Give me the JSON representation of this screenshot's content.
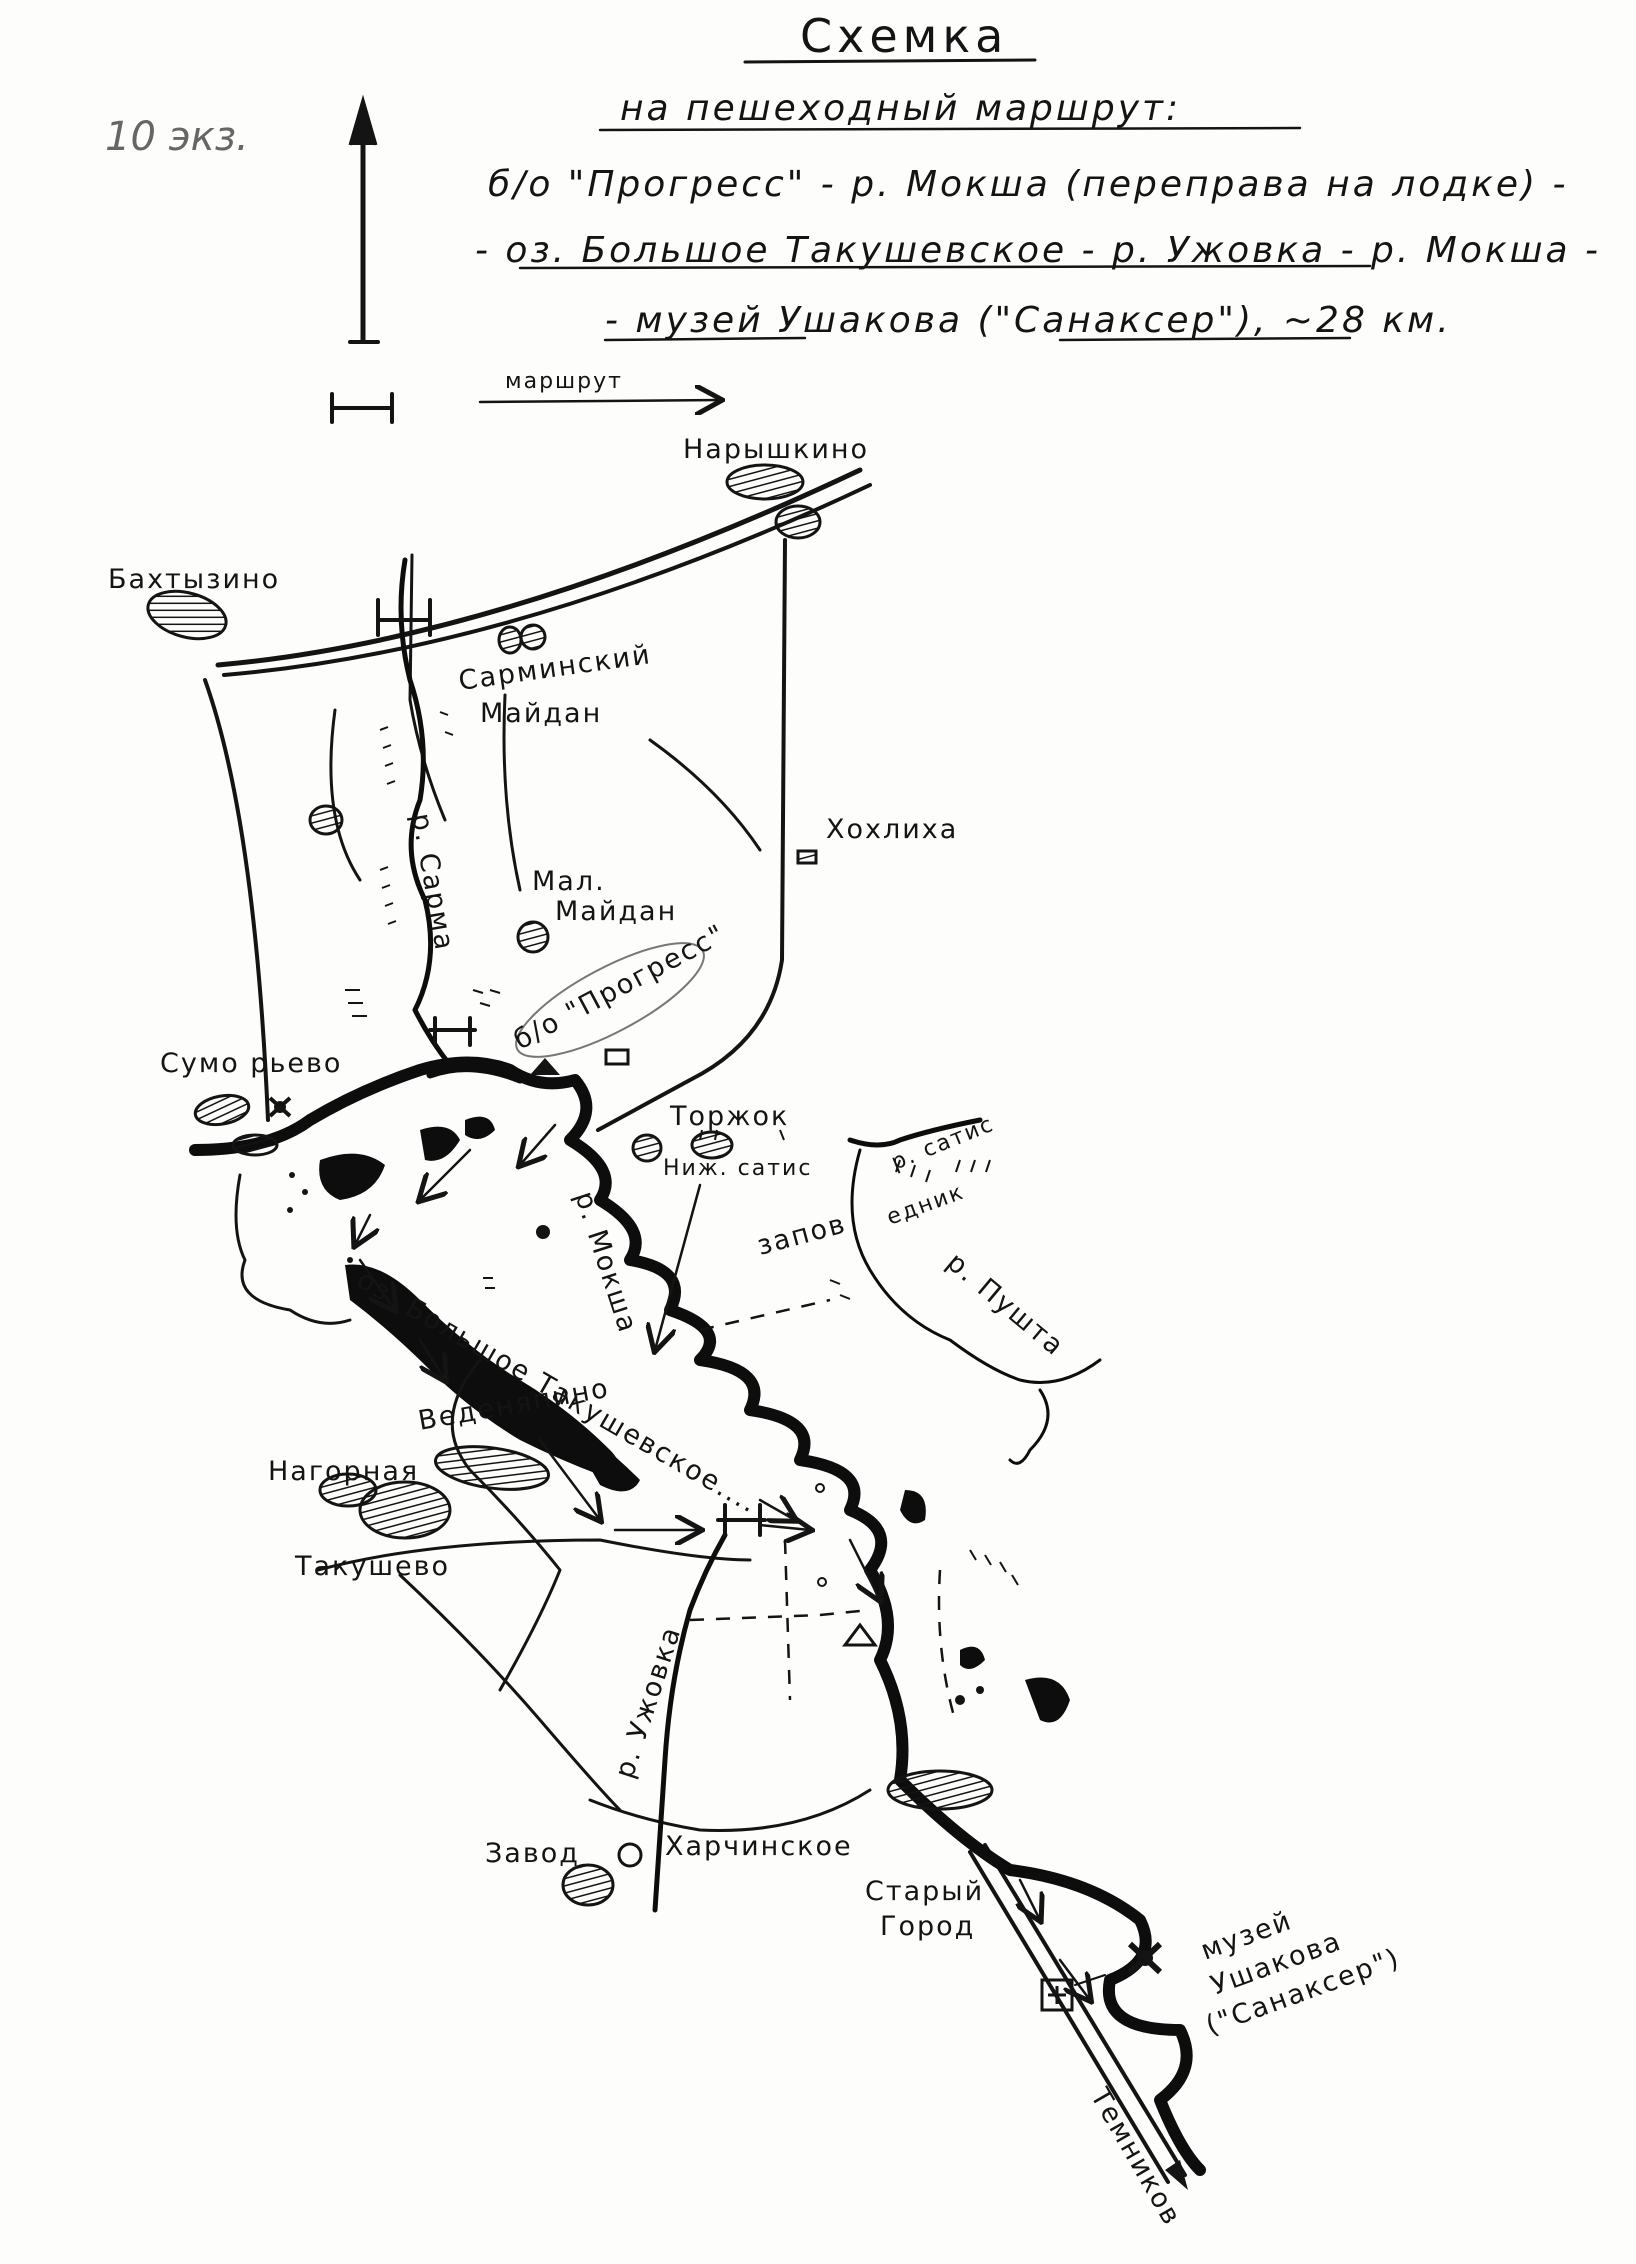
{
  "map": {
    "title": "Схемка",
    "subtitle": "на пешеходный маршрут:",
    "route_lines": [
      "б/о \"Прогресс\" - р. Мокша (переправа на лодке) -",
      "- оз. Большое Такушевское - р. Ужовка - р. Мокша -",
      "- музей Ушакова (\"Санаксер\"), ~28 км."
    ],
    "copies_note": "10 экз.",
    "legend": {
      "route_label": "маршрут",
      "north_arrow_icon": "north-arrow-icon",
      "scale_bar_icon": "scale-bar-icon"
    },
    "places": {
      "naryshkino": "Нарышкино",
      "bakhtyzino": "Бахтызино",
      "sarminsky_maidan_1": "Сарминский",
      "sarminsky_maidan_2": "Майдан",
      "khokhlikha": "Хохлиха",
      "mal_maidan_1": "Мал.",
      "mal_maidan_2": "Майдан",
      "base_progress": "б/о \"Прогресс\"",
      "sumoryevo": "Сумо рьево",
      "torzhok": "Торжок",
      "nizh_satis": "Ниж. сатис",
      "zapovednik_1": "запов",
      "zapovednik_2": "едник",
      "lake": "оз. Большое Такушевское....",
      "nagornaya": "Нагорная",
      "vedenyapino": "Веденяпино",
      "takushevo": "Такушево",
      "zavod": "Завод",
      "kharchinskoe": "Харчинское",
      "stary_gorod_1": "Старый",
      "stary_gorod_2": "Город",
      "museum_1": "музей",
      "museum_2": "Ушакова",
      "museum_3": "(\"Санаксер\")",
      "temnikov": "Темников"
    },
    "rivers": {
      "sarma": "р. Сарма",
      "moksha": "р. Мокша",
      "satis": "р. сатис",
      "pushta": "р. Пушта",
      "uzhovka": "р. Ужовка"
    }
  }
}
